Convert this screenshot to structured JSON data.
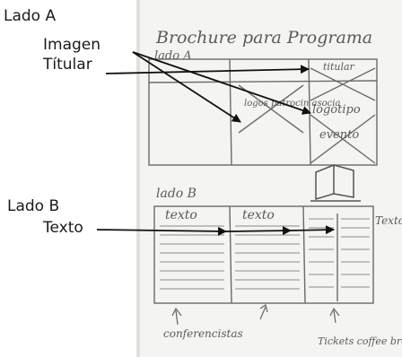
{
  "labels": {
    "side_a": "Lado A",
    "image_line1": "Imagen",
    "image_line2": "Títular",
    "side_b": "Lado B",
    "text": "Texto"
  },
  "sketch": {
    "title": "Brochure para Programa",
    "side_a": "lado A",
    "cell_logos": "logos patrocin asocia",
    "cell_titular": "titular",
    "cell_logotipo": "logotipo",
    "cell_evento": "evento",
    "side_b": "lado B",
    "col1_header": "texto",
    "col2_header": "texto",
    "col3_header": "Texto",
    "note_left": "conferencistas",
    "note_right": "Tickets coffee breaks"
  },
  "colors": {
    "ink": "#111111",
    "pencil": "#5a5a5a",
    "paper": "#f4f4f2"
  }
}
